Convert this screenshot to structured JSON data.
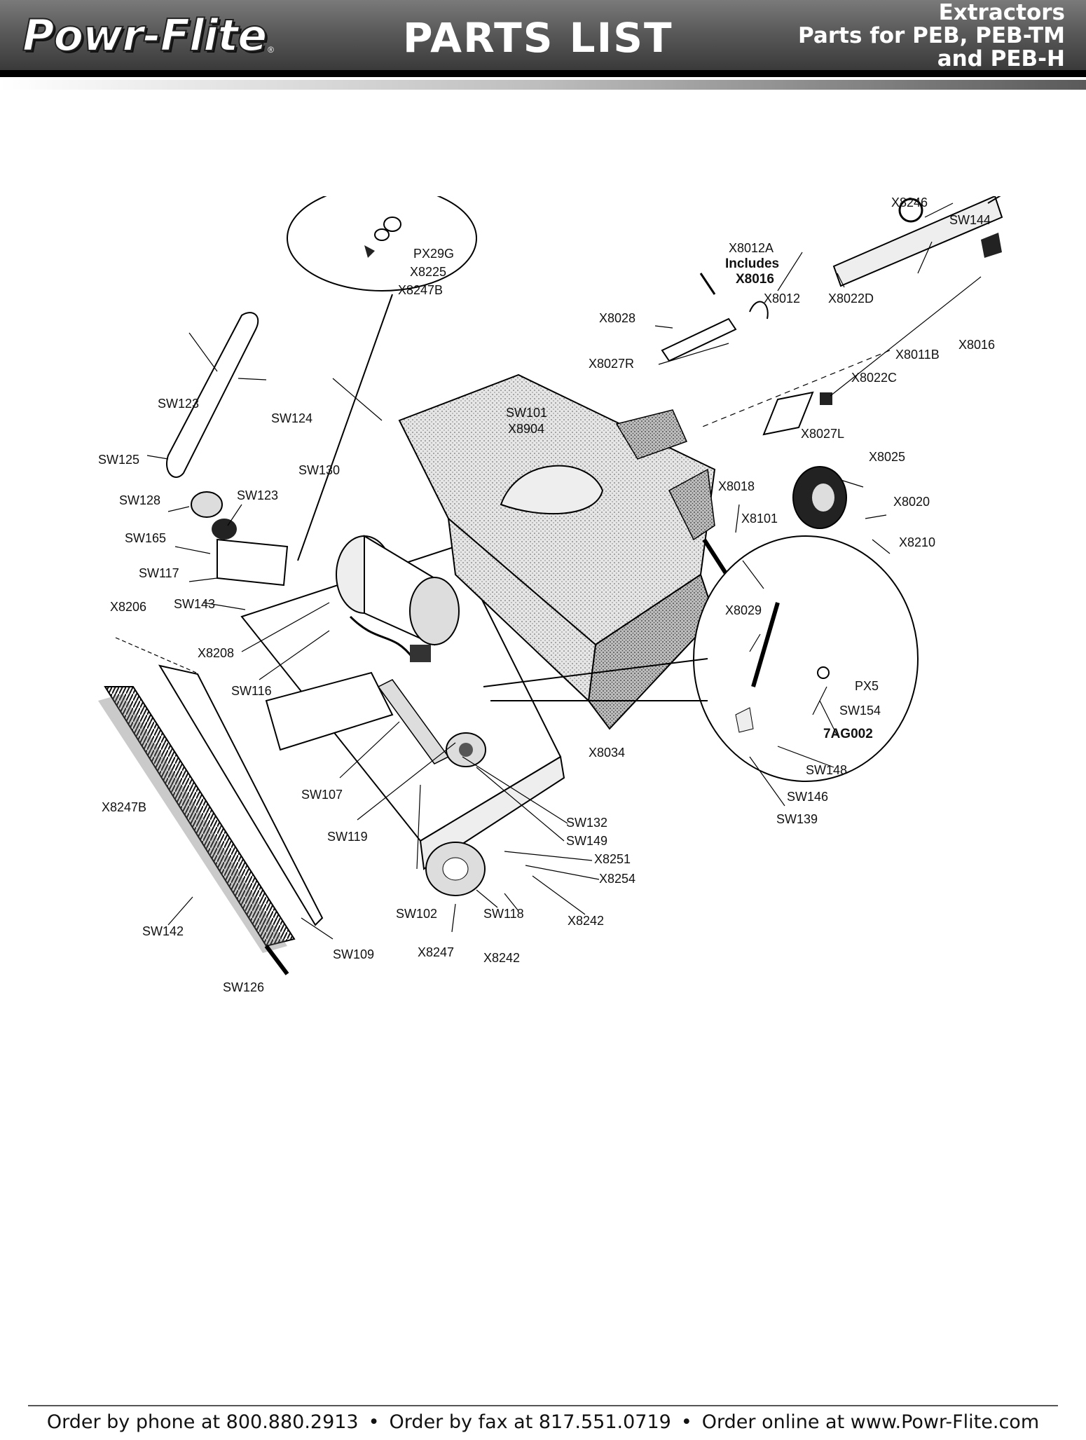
{
  "header": {
    "brand": "Powr-Flite",
    "brand_mark": "®",
    "title": "PARTS LIST",
    "subtitle_lines": [
      "Extractors",
      "Parts for PEB, PEB-TM",
      "and PEB-H"
    ]
  },
  "diagram": {
    "labels": {
      "x8246": "X8246",
      "sw144": "SW144",
      "x8012a": "X8012A",
      "includes": "Includes",
      "x8016a": "X8016",
      "px29g": "PX29G",
      "x8225": "X8225",
      "x8247b_top": "X8247B",
      "x8012": "X8012",
      "x8022d": "X8022D",
      "x8028": "X8028",
      "x8011b": "X8011B",
      "x8016b": "X8016",
      "x8027r": "X8027R",
      "x8022c": "X8022C",
      "sw123_a": "SW123",
      "sw124": "SW124",
      "sw101": "SW101",
      "x8904": "X8904",
      "x8027l": "X8027L",
      "sw125": "SW125",
      "sw130": "SW130",
      "x8025": "X8025",
      "x8018": "X8018",
      "sw128": "SW128",
      "sw123_b": "SW123",
      "x8101": "X8101",
      "x8020": "X8020",
      "sw165": "SW165",
      "x8210": "X8210",
      "sw117": "SW117",
      "x8206": "X8206",
      "sw143": "SW143",
      "x8029": "X8029",
      "x8208": "X8208",
      "px5": "PX5",
      "sw154": "SW154",
      "7ag002": "7AG002",
      "sw116": "SW116",
      "x8034": "X8034",
      "sw148": "SW148",
      "x8247b": "X8247B",
      "sw107": "SW107",
      "sw146": "SW146",
      "sw139": "SW139",
      "sw119": "SW119",
      "sw132": "SW132",
      "sw149": "SW149",
      "x8251": "X8251",
      "x8254": "X8254",
      "sw102": "SW102",
      "sw118": "SW118",
      "x8242_a": "X8242",
      "sw142": "SW142",
      "x8247": "X8247",
      "x8242_b": "X8242",
      "sw109": "SW109",
      "sw126": "SW126"
    }
  },
  "footer": {
    "phone": "Order by phone at 800.880.2913",
    "fax": "Order by fax at 817.551.0719",
    "online": "Order online at www.Powr-Flite.com",
    "separator": "•"
  }
}
